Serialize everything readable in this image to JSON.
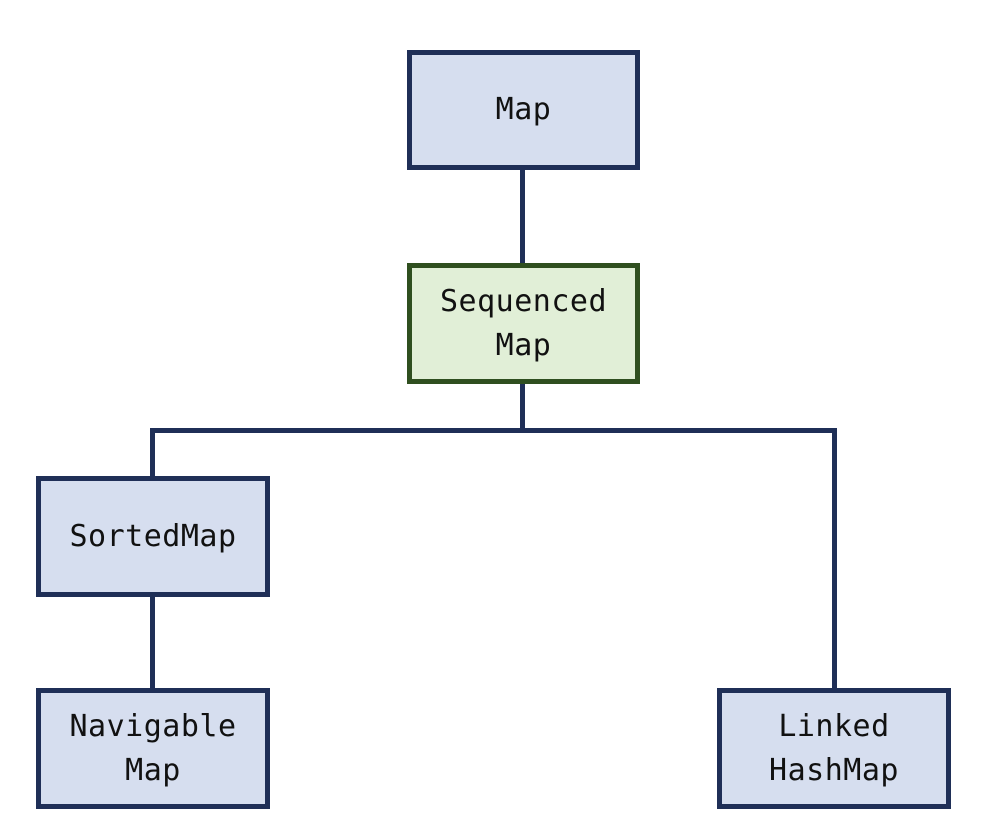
{
  "nodes": {
    "map": {
      "lines": [
        "Map"
      ]
    },
    "sequenced_map": {
      "lines": [
        "Sequenced",
        "Map"
      ]
    },
    "sorted_map": {
      "lines": [
        "SortedMap"
      ]
    },
    "navigable_map": {
      "lines": [
        "Navigable",
        "Map"
      ]
    },
    "linked_hash_map": {
      "lines": [
        "Linked",
        "HashMap"
      ]
    }
  },
  "colors": {
    "border_default": "#1f2f57",
    "fill_default": "#d6deef",
    "border_highlight": "#2f4f1f",
    "fill_highlight": "#e1efd7"
  }
}
